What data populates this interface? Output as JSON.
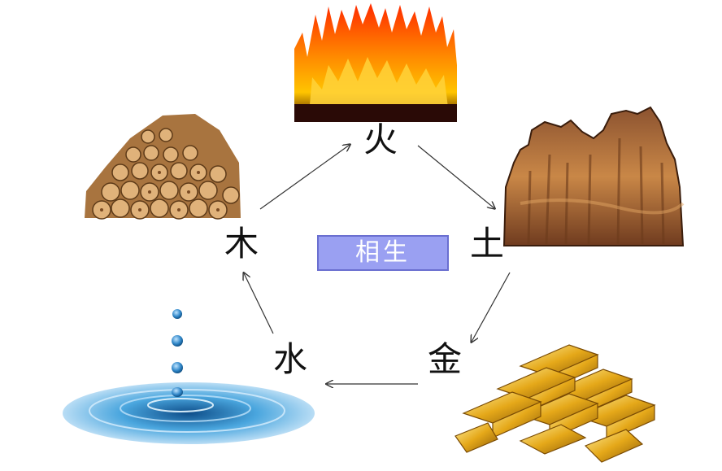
{
  "center_label": "相生",
  "elements": {
    "fire": "火",
    "earth": "土",
    "metal": "金",
    "water": "水",
    "wood": "木"
  },
  "colors": {
    "center_fill": "#9aa0f2",
    "center_border": "#6a6fd0",
    "fire": "#ff5a00",
    "earth": "#b8753b",
    "metal": "#e7b21e",
    "water": "#3f9bd6",
    "wood": "#c98d4d",
    "arrow": "#333333"
  },
  "icons": [
    "fire-icon",
    "earth-icon",
    "metal-icon",
    "water-icon",
    "wood-icon"
  ]
}
